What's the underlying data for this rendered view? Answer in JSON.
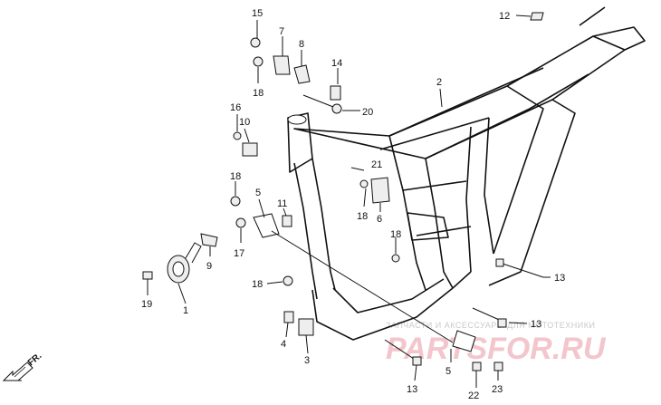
{
  "labels": {
    "p1": "1",
    "p2": "2",
    "p3": "3",
    "p4": "4",
    "p5a": "5",
    "p5b": "5",
    "p6": "6",
    "p7": "7",
    "p8": "8",
    "p9": "9",
    "p10": "10",
    "p11": "11",
    "p12": "12",
    "p13a": "13",
    "p13b": "13",
    "p13c": "13",
    "p14": "14",
    "p15": "15",
    "p16": "16",
    "p17": "17",
    "p18a": "18",
    "p18b": "18",
    "p18c": "18",
    "p18d": "18",
    "p18e": "18",
    "p19": "19",
    "p20": "20",
    "p21": "21",
    "p22": "22",
    "p23": "23"
  },
  "direction_marker": "FR.",
  "watermark": {
    "text": "ЗАПЧАСТИ И АКСЕССУАРЫ ДЛЯ МОТОТЕХНИКИ",
    "logo": "PARTSFOR.RU"
  }
}
